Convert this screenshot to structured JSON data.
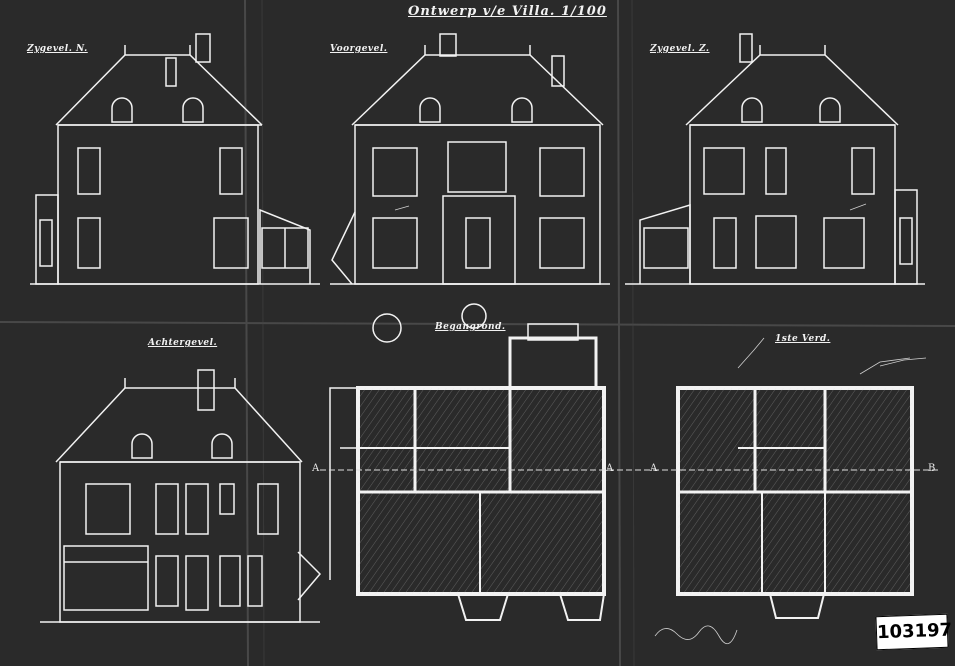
{
  "sheet": {
    "title": "Ontwerp v/e Villa. 1/100",
    "stamp_number": "103197",
    "paper_color": "#2a2a2a",
    "line_color": "#f2f2f2"
  },
  "elevations": {
    "side_north": "Zygevel. N.",
    "front": "Voorgevel.",
    "side_south": "Zygevel. Z.",
    "rear": "Achtergevel."
  },
  "floor_plans": {
    "ground_floor": "Begangrond.",
    "first_floor": "1ste Verd."
  },
  "section_markers": [
    "A",
    "A",
    "A",
    "B"
  ]
}
